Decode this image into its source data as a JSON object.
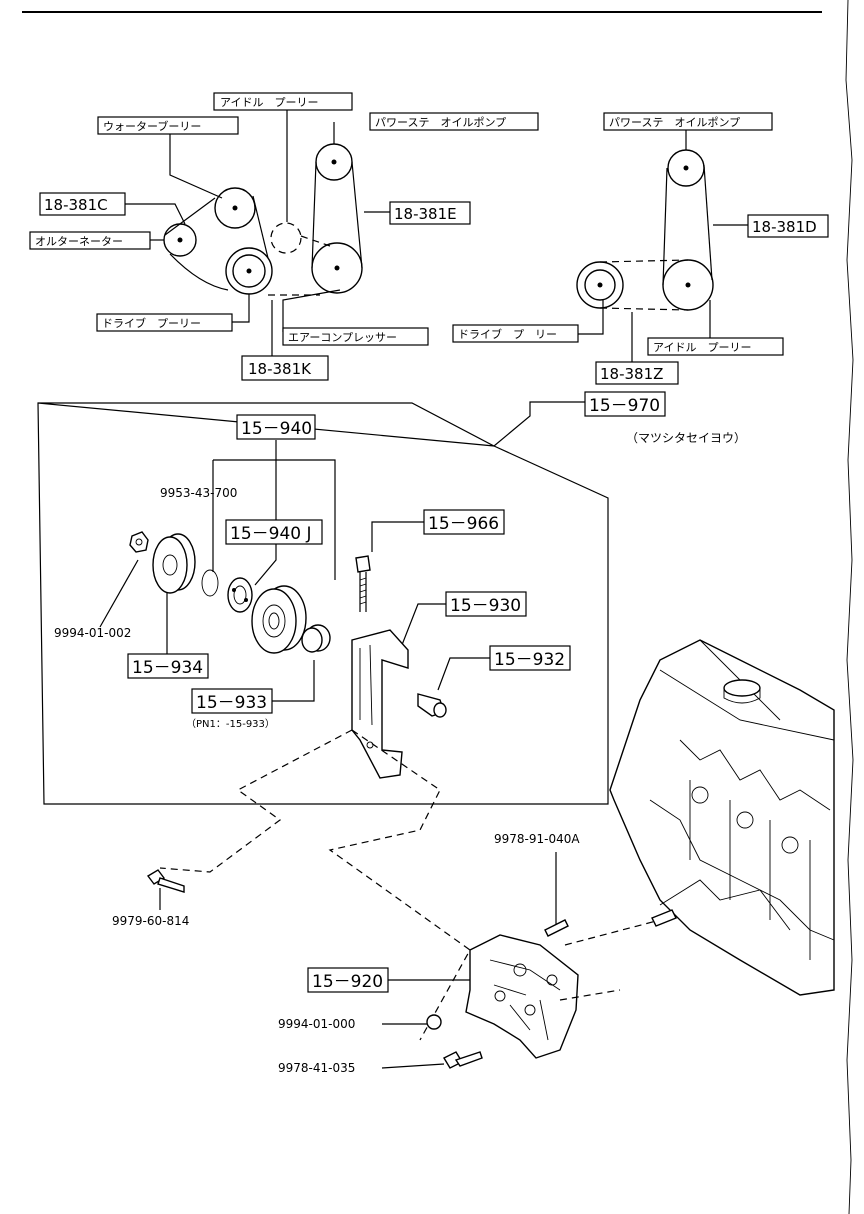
{
  "labels": {
    "idle_pulley_top": "アイドル　プーリー",
    "water_pulley": "ウォーターブーリー",
    "ps_pump_left": "パワーステ　オイルポンプ",
    "code_c": "18-381C",
    "alternator": "オルターネーター",
    "code_e": "18-381E",
    "drive_pulley_left": "ドライブ　プーリー",
    "aircon": "エアーコンプレッサー",
    "code_k": "18-381K",
    "ps_pump_right": "パワーステ　オイルポンプ",
    "code_d": "18-381D",
    "drive_pulley_right": "ドライブ　プ　リー",
    "idle_pulley_right": "アイドル　プーリー",
    "code_z": "18-381Z",
    "code_970": "15－970",
    "matsushita_note": "（マツシタセイヨウ）",
    "code_940": "15－940",
    "num_9953": "9953-43-700",
    "code_940j": "15－940 J",
    "code_966": "15－966",
    "code_930": "15－930",
    "num_9994_002": "9994-01-002",
    "code_932": "15－932",
    "code_934": "15－934",
    "code_933": "15－933",
    "pn_note": "（PN1：-15-933）",
    "num_9978_040": "9978-91-040A",
    "num_9979": "9979-60-814",
    "code_920": "15－920",
    "num_9994_000": "9994-01-000",
    "num_9978_035": "9978-41-035"
  }
}
